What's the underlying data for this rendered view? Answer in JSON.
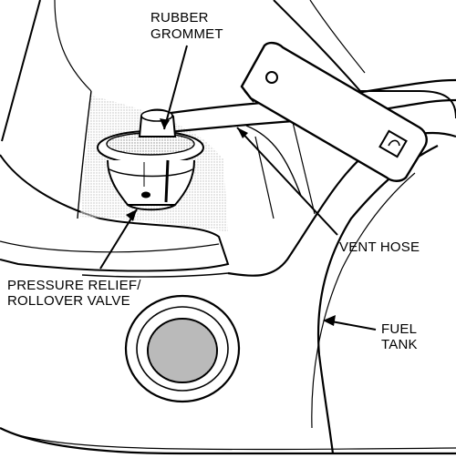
{
  "labels": {
    "grommet_line1": "RUBBER",
    "grommet_line2": "GROMMET",
    "vent_hose": "VENT HOSE",
    "valve_line1": "PRESSURE RELIEF/",
    "valve_line2": "ROLLOVER VALVE",
    "tank_line1": "FUEL",
    "tank_line2": "TANK"
  },
  "colors": {
    "ink": "#000000",
    "paper": "#ffffff",
    "stipple": "#bdbdbd",
    "stipple_dark": "#8a8a8a"
  }
}
